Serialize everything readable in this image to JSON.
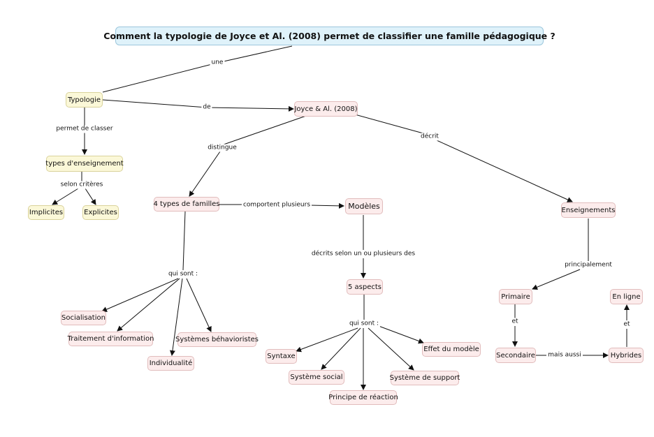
{
  "title": "Comment la typologie de Joyce et Al. (2008) permet de classifier une famille pédagogique ?",
  "nodes": {
    "typologie": "Typologie",
    "types_enseignement": "types d'enseignement",
    "implicites": "Implicites",
    "explicites": "Explicites",
    "joyce": "Joyce & Al. (2008)",
    "familles": "4 types de familles",
    "modeles": "Modèles",
    "enseignements": "Enseignements",
    "aspects": "5 aspects",
    "socialisation": "Socialisation",
    "traitement": "Traitement d'information",
    "individualite": "Individualité",
    "behavioristes": "Systèmes béhavioristes",
    "syntaxe": "Syntaxe",
    "systeme_social": "Système social",
    "principe": "Principe de réaction",
    "systeme_support": "Système de support",
    "effet": "Effet du modèle",
    "primaire": "Primaire",
    "secondaire": "Secondaire",
    "hybrides": "Hybrides",
    "en_ligne": "En ligne"
  },
  "links": {
    "une": "une",
    "de": "de",
    "permet": "permet de classer",
    "selon": "selon critères",
    "distingue": "distingue",
    "decrit": "décrit",
    "comportent": "comportent plusieurs",
    "decrits": "décrits selon un ou plusieurs des",
    "qui_sont_1": "qui sont :",
    "qui_sont_2": "qui sont :",
    "principalement": "principalement",
    "et_1": "et",
    "mais_aussi": "mais aussi",
    "et_2": "et"
  },
  "colors": {
    "root_fill": "#dff2fa",
    "yellow_fill": "#fbf8d8",
    "pink_fill": "#fcecec",
    "line": "#111111"
  }
}
